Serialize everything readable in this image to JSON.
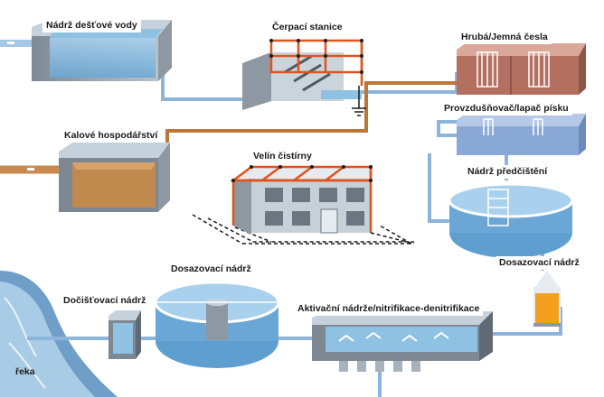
{
  "labels": {
    "rain_tank": "Nádrž dešťové vody",
    "pump_station": "Čerpací stanice",
    "screens": "Hrubá/Jemná česla",
    "aerated_grit": "Provzdušňovač/lapač písku",
    "sludge": "Kalové hospodářství",
    "control_room": "Velín čistírny",
    "primary_tank": "Nádrž předčištění",
    "dosing_tank_right": "Dosazovací nádrž",
    "polishing_tank": "Dočišťovací nádrž",
    "dosing_tank_center": "Dosazovací nádrž",
    "activation": "Aktivační nádrže/nitrifikace-denitrifikace",
    "river": "řeka"
  },
  "colors": {
    "water": "#8fc1e3",
    "water_dark": "#5f9fd0",
    "pipe_blue": "#8db4d9",
    "pipe_brown": "#b9773a",
    "sludge": "#c0894e",
    "concrete": "#a8b2bb",
    "roof_frame": "#e0531b",
    "brick": "#c98a78",
    "dosing_fill": "#f2a01e"
  }
}
